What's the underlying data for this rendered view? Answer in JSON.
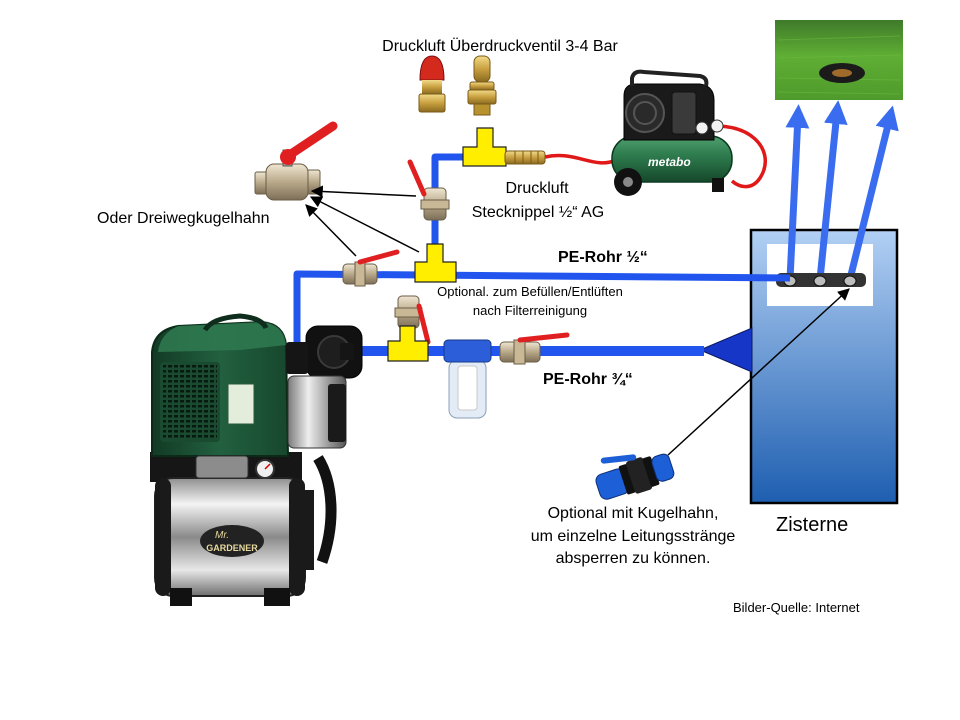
{
  "labels": {
    "relief_valve": "Druckluft Überdruckventil 3-4 Bar",
    "three_way_valve": "Oder Dreiwegkugelhahn",
    "air_nipple_line1": "Druckluft",
    "air_nipple_line2": "Stecknippel ½“ AG",
    "pipe_half_inch": "PE-Rohr ½“",
    "optional_fill_line1": "Optional. zum Befüllen/Entlüften",
    "optional_fill_line2": "nach Filterreinigung",
    "pipe_three_quarter_inch": "PE-Rohr ¾“",
    "cistern": "Zisterne",
    "optional_valve_line1": "Optional mit Kugelhahn,",
    "optional_valve_line2": "um einzelne Leitungsstränge",
    "optional_valve_line3": "absperren zu können.",
    "image_source": "Bilder-Quelle: Internet"
  },
  "logos": {
    "compressor_brand": "metabo",
    "pump_brand_line1": "Mr.",
    "pump_brand_line2": "GARDENER"
  },
  "colors": {
    "pipe_blue": "#2255ee",
    "arrow_blue": "#3a6cf0",
    "fitting_yellow": "#ffee00",
    "handle_red": "#e02020",
    "cistern_top": "#b2d0f4",
    "cistern_bottom": "#1e5eb0",
    "intake_blue": "#1636c8"
  }
}
